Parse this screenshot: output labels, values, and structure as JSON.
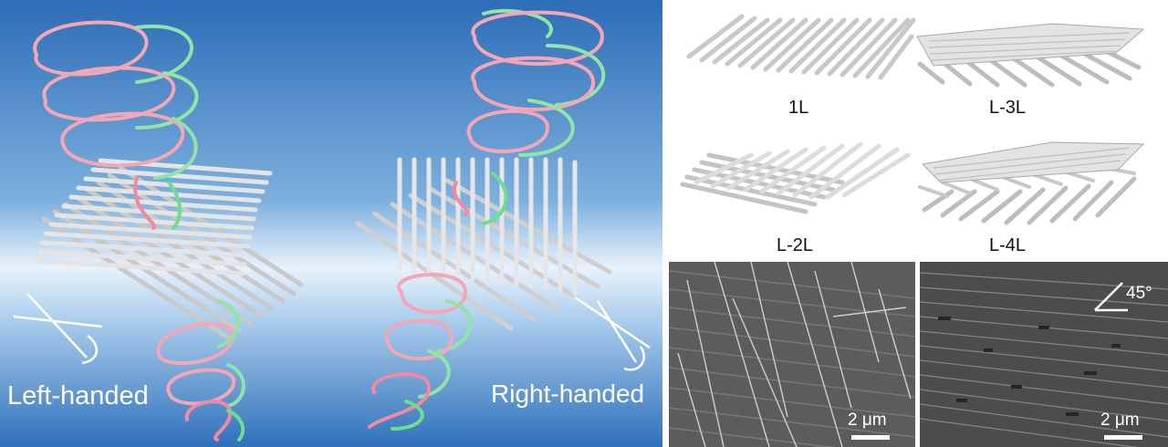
{
  "left_panel": {
    "label_left": "Left-handed",
    "label_right": "Right-handed"
  },
  "models": {
    "m1": "1L",
    "m2": "L-3L",
    "m3": "L-2L",
    "m4": "L-4L"
  },
  "sem": {
    "left_scale": "2 μm",
    "right_scale": "2 μm",
    "angle": "45°"
  },
  "colors": {
    "blue_top": "#2e6fb8",
    "blue_mid": "#bcd7ef",
    "spiral_pink": "#f08aa0",
    "spiral_green": "#7fe09a",
    "rod": "#d6d6d6"
  }
}
